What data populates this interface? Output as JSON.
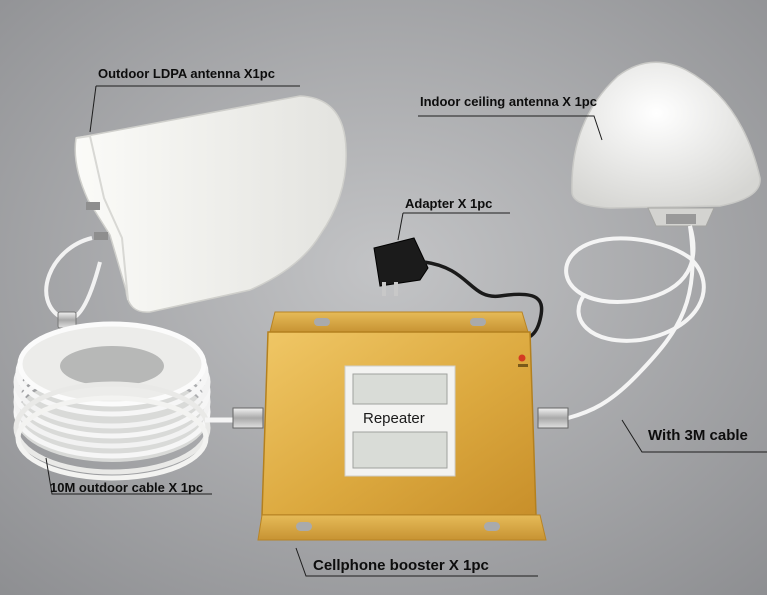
{
  "labels": {
    "outdoor_antenna": "Outdoor LDPA antenna X1pc",
    "indoor_antenna": "Indoor ceiling antenna X 1pc",
    "adapter": "Adapter  X 1pc",
    "cable_3m": "With 3M cable",
    "outdoor_cable": "10M outdoor cable X 1pc",
    "booster": "Cellphone booster X 1pc"
  },
  "device": {
    "screen_text": "Repeater"
  },
  "colors": {
    "background": "#a9aaac",
    "booster_gold": "#e1b24a",
    "antenna_white": "#f4f4f1",
    "lcd": "#d9dcd7"
  }
}
